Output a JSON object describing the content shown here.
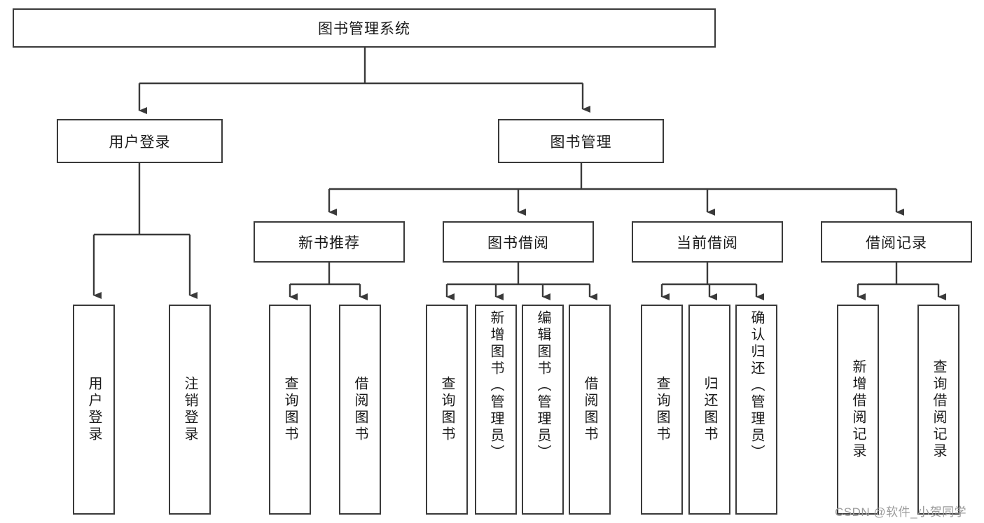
{
  "diagram": {
    "title": "图书管理系统",
    "type": "tree-hierarchy-chart",
    "root": {
      "id": "root",
      "label": "图书管理系统"
    },
    "level2": [
      {
        "id": "user-login",
        "label": "用户登录"
      },
      {
        "id": "book-manage",
        "label": "图书管理"
      }
    ],
    "level3": [
      {
        "id": "new-book-recommend",
        "label": "新书推荐"
      },
      {
        "id": "book-borrow",
        "label": "图书借阅"
      },
      {
        "id": "current-borrow",
        "label": "当前借阅"
      },
      {
        "id": "borrow-record",
        "label": "借阅记录"
      }
    ],
    "leaves": [
      {
        "id": "leaf-user-login",
        "label": "用户登录",
        "parent": "user-login"
      },
      {
        "id": "leaf-logout",
        "label": "注销登录",
        "parent": "user-login"
      },
      {
        "id": "leaf-query-book-1",
        "label": "查询图书",
        "parent": "new-book-recommend"
      },
      {
        "id": "leaf-borrow-book-1",
        "label": "借阅图书",
        "parent": "new-book-recommend"
      },
      {
        "id": "leaf-query-book-2",
        "label": "查询图书",
        "parent": "book-borrow"
      },
      {
        "id": "leaf-add-book",
        "label": "新增图书（管理员）",
        "parent": "book-borrow"
      },
      {
        "id": "leaf-edit-book",
        "label": "编辑图书（管理员）",
        "parent": "book-borrow"
      },
      {
        "id": "leaf-borrow-book-2",
        "label": "借阅图书",
        "parent": "book-borrow"
      },
      {
        "id": "leaf-query-book-3",
        "label": "查询图书",
        "parent": "current-borrow"
      },
      {
        "id": "leaf-return-book",
        "label": "归还图书",
        "parent": "current-borrow"
      },
      {
        "id": "leaf-confirm-return",
        "label": "确认归还（管理员）",
        "parent": "current-borrow"
      },
      {
        "id": "leaf-add-record",
        "label": "新增借阅记录",
        "parent": "borrow-record"
      },
      {
        "id": "leaf-query-record",
        "label": "查询借阅记录",
        "parent": "borrow-record"
      }
    ],
    "colors": {
      "stroke": "#3a3a3a",
      "fill": "#ffffff",
      "text": "#1a1a1a",
      "watermark": "#9b9b9b"
    }
  },
  "watermark": {
    "text": "CSDN @软件_小贺同学"
  }
}
